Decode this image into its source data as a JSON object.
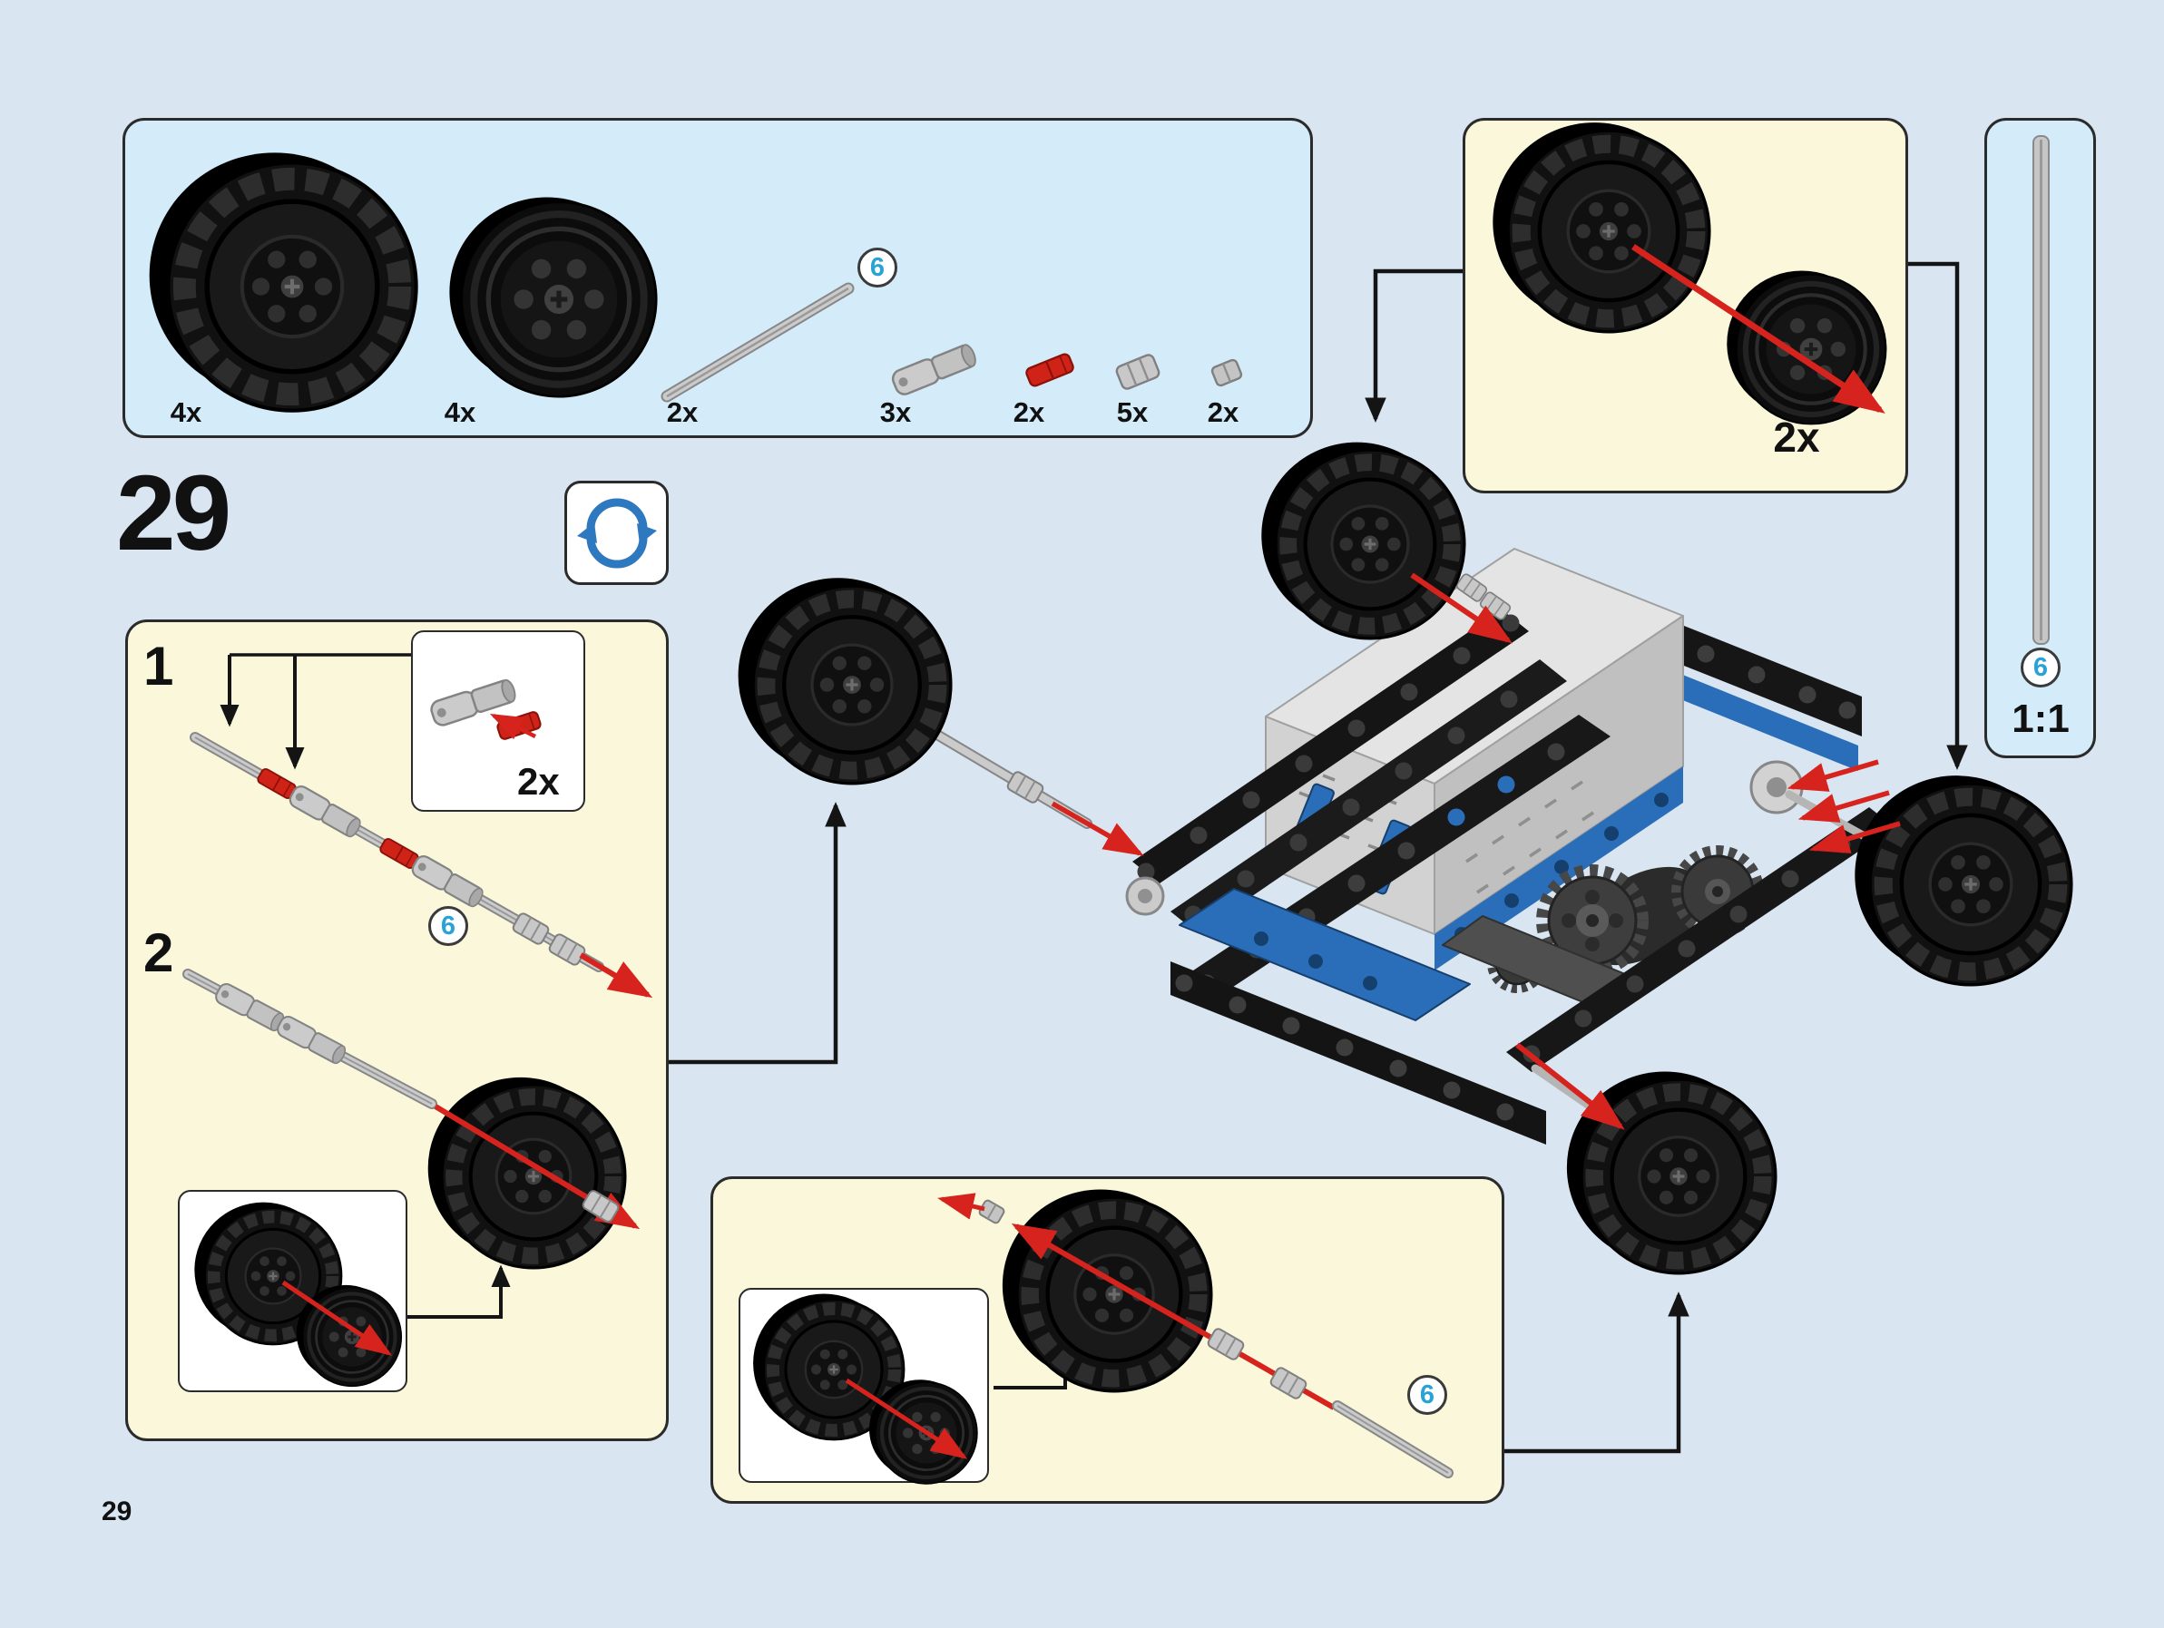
{
  "page": {
    "step_number": "29",
    "page_number": "29"
  },
  "colors": {
    "background": "#d9e6f2",
    "parts_panel_blue": "#d4ecf9",
    "callout_cream": "#faf7da",
    "lego_blue": "#2a6db8",
    "arrow_red": "#d7231d",
    "badge_number_blue": "#29a3d6"
  },
  "parts_box": {
    "items": [
      {
        "part": "tire-large",
        "count": "4x"
      },
      {
        "part": "wheel-rim",
        "count": "4x"
      },
      {
        "part": "axle-6",
        "count": "2x",
        "length_badge": "6"
      },
      {
        "part": "angle-connector",
        "count": "3x"
      },
      {
        "part": "axle-pin-red",
        "count": "2x"
      },
      {
        "part": "bush",
        "count": "5x"
      },
      {
        "part": "half-bush",
        "count": "2x"
      }
    ]
  },
  "rotate_symbol": {
    "icon": "rotate-arrows"
  },
  "top_right_callout": {
    "count": "2x"
  },
  "scale_bar": {
    "length_badge": "6",
    "ratio": "1:1"
  },
  "subassembly": {
    "step_1": "1",
    "step_2": "2",
    "pin_connector_count": "2x",
    "length_badge": "6"
  },
  "bottom_callout": {
    "length_badge": "6"
  }
}
